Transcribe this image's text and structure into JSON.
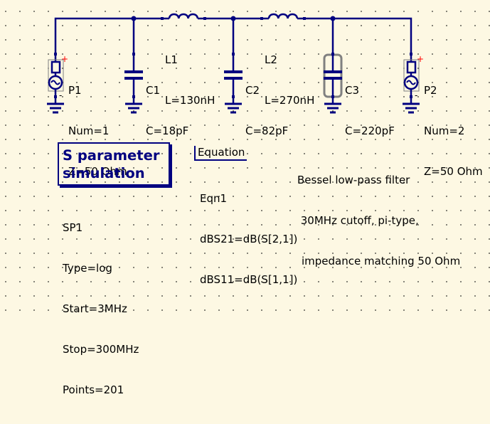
{
  "schematic": {
    "title": "Bessel low-pass filter schematic",
    "colors": {
      "wire": "#000080",
      "background": "#fdf8e3",
      "selection": "#808080",
      "port_plus": "#ff0000"
    },
    "components": {
      "P1": {
        "name": "P1",
        "params": [
          "Num=1",
          "Z=50 Ohm"
        ],
        "icon": "ac-power-port-icon"
      },
      "C1": {
        "name": "C1",
        "params": [
          "C=18pF"
        ],
        "icon": "capacitor-icon"
      },
      "L1": {
        "name": "L1",
        "params": [
          "L=130nH"
        ],
        "icon": "inductor-icon"
      },
      "C2": {
        "name": "C2",
        "params": [
          "C=82pF"
        ],
        "icon": "capacitor-icon"
      },
      "L2": {
        "name": "L2",
        "params": [
          "L=270nH"
        ],
        "icon": "inductor-icon"
      },
      "C3": {
        "name": "C3",
        "params": [
          "C=220pF"
        ],
        "icon": "capacitor-icon",
        "selected": true
      },
      "P2": {
        "name": "P2",
        "params": [
          "Num=2",
          "Z=50 Ohm"
        ],
        "icon": "ac-power-port-icon"
      }
    },
    "simulation": {
      "title_line1": "S parameter",
      "title_line2": "simulation",
      "name": "SP1",
      "params": [
        "Type=log",
        "Start=3MHz",
        "Stop=300MHz",
        "Points=201"
      ]
    },
    "equation": {
      "header": "Equation",
      "name": "Eqn1",
      "lines": [
        "dBS21=dB(S[2,1])",
        "dBS11=dB(S[1,1])"
      ]
    },
    "note": {
      "lines": [
        "Bessel low-pass filter",
        " 30MHz cutoff, pi-type,",
        "impedance matching 50 Ohm"
      ]
    },
    "port_polarity": {
      "plus": "+",
      "minus": "-"
    }
  }
}
